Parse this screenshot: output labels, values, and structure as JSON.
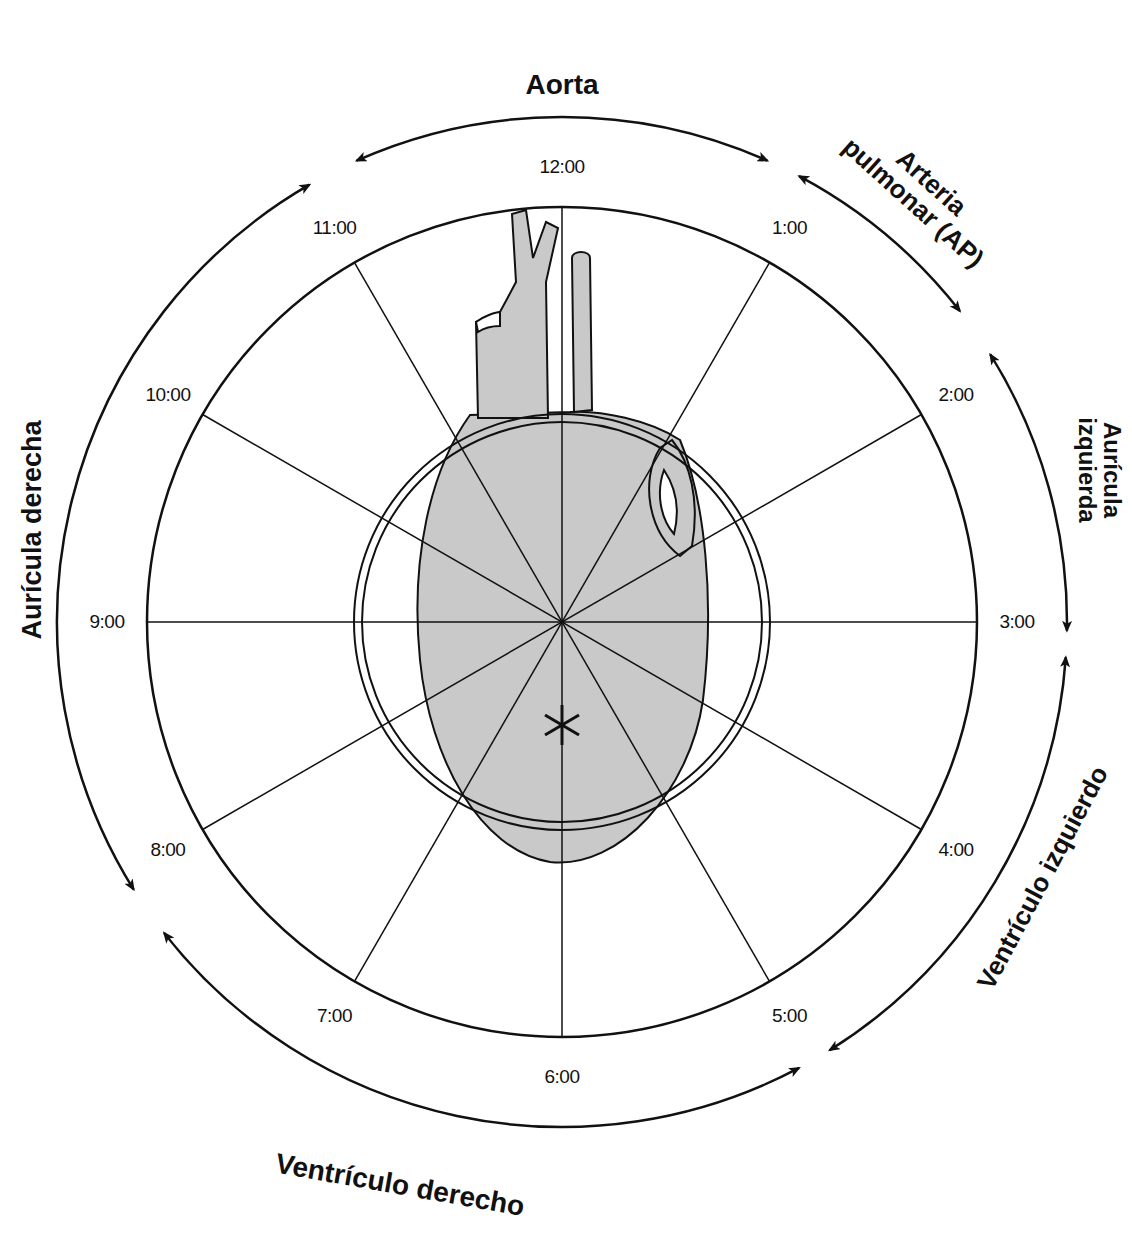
{
  "diagram": {
    "labels": [
      "Aorta",
      "Arteria pulmonar (AP)",
      "Aurícula izquierda",
      "Ventrículo izquierdo",
      "Ventrículo derecho",
      "Aurícula derecha",
      "12:00",
      "1:00",
      "2:00",
      "3:00",
      "4:00",
      "5:00",
      "6:00",
      "7:00",
      "8:00",
      "9:00",
      "10:00",
      "11:00"
    ]
  }
}
